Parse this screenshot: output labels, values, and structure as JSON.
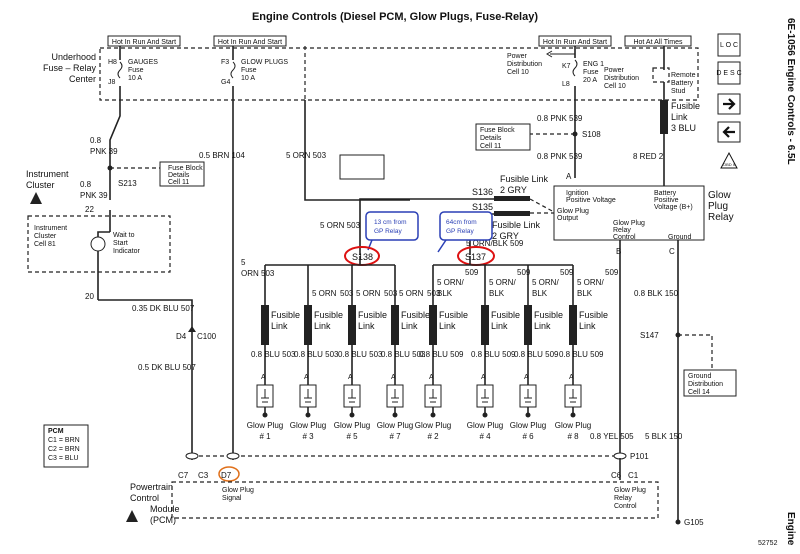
{
  "header": {
    "title": "Engine Controls (Diesel PCM, Glow Plugs, Fuse-Relay)",
    "side_text": "6E-1056   Engine Controls - 6.5L",
    "side_bottom": "Engine",
    "code": "52752"
  },
  "nav_buttons": {
    "loc": "L O C",
    "desc": "D E S C"
  },
  "hot_labels": {
    "gauges": "Hot In Run And Start",
    "glow": "Hot In Run And Start",
    "eng": "Hot In Run And Start",
    "all": "Hot At All Times"
  },
  "underhood": {
    "l1": "Underhood",
    "l2": "Fuse – Relay",
    "l3": "Center"
  },
  "fuses": {
    "gauges": {
      "top": "H8",
      "name": "GAUGES",
      "sub": "Fuse",
      "bot": "J8",
      "amp": "10 A"
    },
    "glow": {
      "top": "F3",
      "name": "GLOW PLUGS",
      "sub": "Fuse",
      "bot": "G4",
      "amp": "10 A"
    },
    "eng": {
      "top": "K7",
      "name": "ENG 1",
      "sub": "Fuse",
      "bot": "L8",
      "amp": "20 A"
    }
  },
  "power_dist_left": {
    "l1": "Power",
    "l2": "Distribution",
    "l3": "Cell 10"
  },
  "power_dist_right": {
    "l1": "Power",
    "l2": "Distribution",
    "l3": "Cell 10"
  },
  "remote_stud": {
    "l1": "Remote",
    "l2": "Battery",
    "l3": "Stud"
  },
  "fuse_block_right": {
    "l1": "Fuse Block",
    "l2": "Details",
    "l3": "Cell 11"
  },
  "fuse_block_left": {
    "l1": "Fuse Block",
    "l2": "Details",
    "l3": "Cell 11"
  },
  "instrument": {
    "l1": "Instrument",
    "l2": "Cluster"
  },
  "cluster_box": {
    "l1": "Instrument",
    "l2": "Cluster",
    "l3": "Cell 81",
    "ind1": "Wait to",
    "ind2": "Start",
    "ind3": "Indicator"
  },
  "wires": {
    "pnk39_a_size": "0.8",
    "pnk39_a": "PNK   39",
    "pnk39_b_size": "0.8",
    "pnk39_b": "PNK   39",
    "s213": "S213",
    "pin22": "22",
    "pin20": "20",
    "brn104": "0.5 BRN  104",
    "orn503_top": "5 ORN  503",
    "pnk539_a": "0.8 PNK   539",
    "pnk539_b": "0.8 PNK   539",
    "s108": "S108",
    "red2": "8 RED  2",
    "fl_3blu_1": "Fusible",
    "fl_3blu_2": "Link",
    "fl_3blu_3": "3 BLU",
    "pin_a": "A",
    "fl_top_label": "Fusible Link",
    "s136_gry": "S136",
    "gry_a": "2 GRY",
    "s135": "S135",
    "fl_bot_1": "Fusible Link",
    "fl_bot_2": "2 GRY",
    "orn503_mid": "5 ORN  503",
    "ornblk509": "5 ORN/BLK  509",
    "dkblu507_a": "0.35 DK BLU  507",
    "dkblu507_b": "0.5 DK BLU  507",
    "d4c100": "D4",
    "c100": "C100",
    "blk150": "0.8 BLK  150",
    "blk150_b": "5 BLK  150",
    "yel505": "0.8 YEL  505",
    "s147": "S147",
    "p101": "P101",
    "c7": "C7",
    "c3": "C3",
    "d7": "D7",
    "c6": "C6",
    "c1": "C1",
    "g105": "G105",
    "pin_b": "B",
    "pin_c": "C",
    "orn5": "5",
    "orn_word": "ORN  503"
  },
  "relay": {
    "name1": "Glow",
    "name2": "Plug",
    "name3": "Relay",
    "ign1": "Ignition",
    "ign2": "Positive Voltage",
    "bat1": "Battery",
    "bat2": "Positive",
    "bat3": "Voltage (B+)",
    "out1": "Glow Plug",
    "out2": "Output",
    "ctl1": "Glow Plug",
    "ctl2": "Relay",
    "ctl3": "Control",
    "gnd": "Ground"
  },
  "splices": {
    "s138": "S138",
    "s137": "S137"
  },
  "callouts": {
    "left": {
      "l1": "13 cm from",
      "l2": "GP Relay"
    },
    "right": {
      "l1": "64cm from",
      "l2": "GP Relay"
    }
  },
  "branches_left": [
    {
      "wire_top1": "5",
      "wire_top2": "ORN",
      "wire_top3": "503",
      "blu": "0.8 BLU  503",
      "blu_a": "0.8",
      "blu_b": "BLU",
      "plug": "Glow Plug",
      "num": "# 1"
    },
    {
      "wire_top1": "5 ORN",
      "wire_top2": "",
      "wire_top3": "503",
      "blu": "0.8 BLU  503",
      "plug": "Glow Plug",
      "num": "# 3"
    },
    {
      "wire_top1": "5 ORN",
      "wire_top2": "",
      "wire_top3": "503",
      "blu": "0.8 BLU  503",
      "plug": "Glow Plug",
      "num": "# 5"
    },
    {
      "wire_top1": "5 ORN",
      "wire_top2": "",
      "wire_top3": "503",
      "blu": "0.8 BLU  503",
      "plug": "Glow Plug",
      "num": "# 7"
    }
  ],
  "branches_right": [
    {
      "w1": "5 ORN/",
      "w2": "BLK",
      "num_wire": "509",
      "blu": "0.8 BLU  509",
      "plug": "Glow Plug",
      "num": "# 2"
    },
    {
      "w1": "5 ORN/",
      "w2": "BLK",
      "num_wire": "509",
      "blu": "0.8 BLU  509",
      "plug": "Glow Plug",
      "num": "# 4"
    },
    {
      "w1": "5 ORN/",
      "w2": "BLK",
      "num_wire": "509",
      "blu": "0.8 BLU  509",
      "plug": "Glow Plug",
      "num": "# 6"
    },
    {
      "w1": "5 ORN/",
      "w2": "BLK",
      "num_wire": "509",
      "blu": "0.8 BLU  509",
      "plug": "Glow Plug",
      "num": "# 8"
    }
  ],
  "fusible_link_label": {
    "l1": "Fusible",
    "l2": "Link"
  },
  "plug_pin": "A",
  "pcm_legend": {
    "title": "PCM",
    "c1": "C1 = BRN",
    "c2": "C2 = BRN",
    "c3": "C3 = BLU"
  },
  "pcm": {
    "l1": "Powertrain",
    "l2": "Control",
    "l3": "Module",
    "l4": "(PCM)",
    "sig1": "Glow Plug",
    "sig2": "Signal",
    "ctl1": "Glow Plug",
    "ctl2": "Relay",
    "ctl3": "Control"
  },
  "ground_dist": {
    "l1": "Ground",
    "l2": "Distribution",
    "l3": "Cell 14"
  },
  "diag_icon": "OBD II"
}
